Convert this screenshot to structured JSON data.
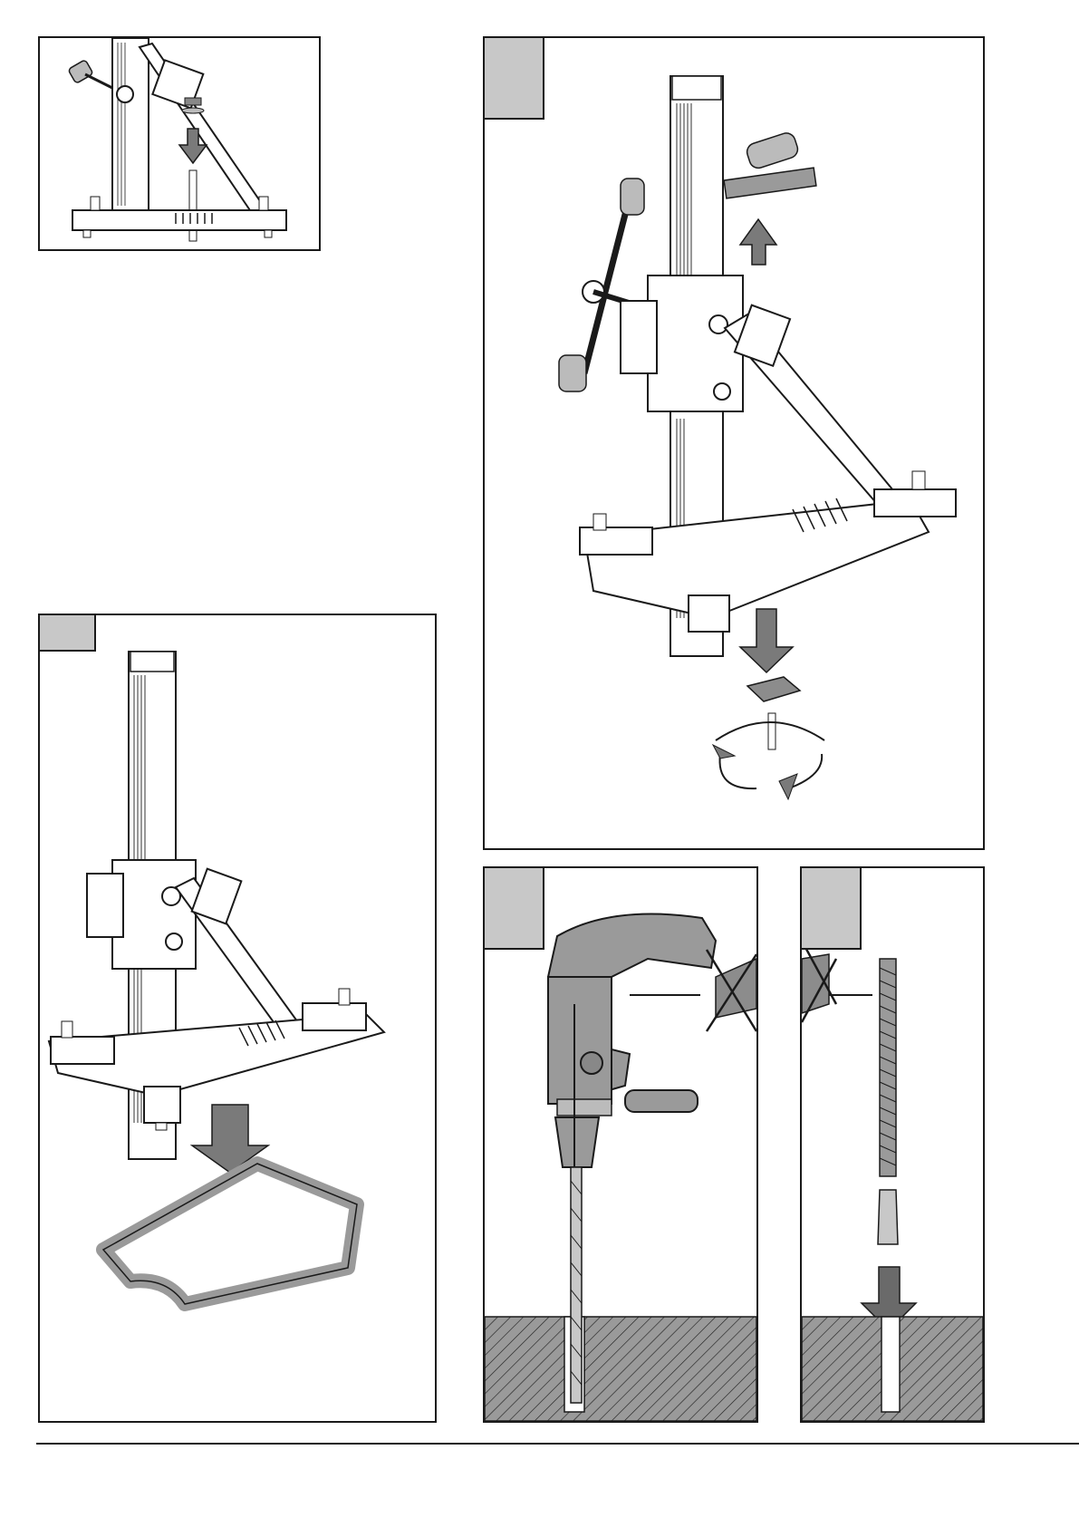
{
  "page": {
    "title": "",
    "background": "#ffffff"
  },
  "colors": {
    "line": "#1a1a1a",
    "tab_fill": "#c8c8c8",
    "part_fill": "#8c8c8c",
    "arrow_fill": "#7a7a7a",
    "surface_fill": "#9a9a9a"
  },
  "panels": [
    {
      "id": "inset",
      "icon": "drill-stand-assembly-detail",
      "tab_label": ""
    },
    {
      "id": "step-stand-base",
      "icon": "drill-stand-with-base-frame",
      "tab_label": ""
    },
    {
      "id": "step-remove-mount",
      "icon": "drill-stand-remove-mount",
      "tab_label": ""
    },
    {
      "id": "step-drill-hole",
      "icon": "hammer-drill-in-concrete",
      "tab_label": ""
    },
    {
      "id": "step-anchor",
      "icon": "anchor-rod-insert",
      "tab_label": ""
    }
  ]
}
